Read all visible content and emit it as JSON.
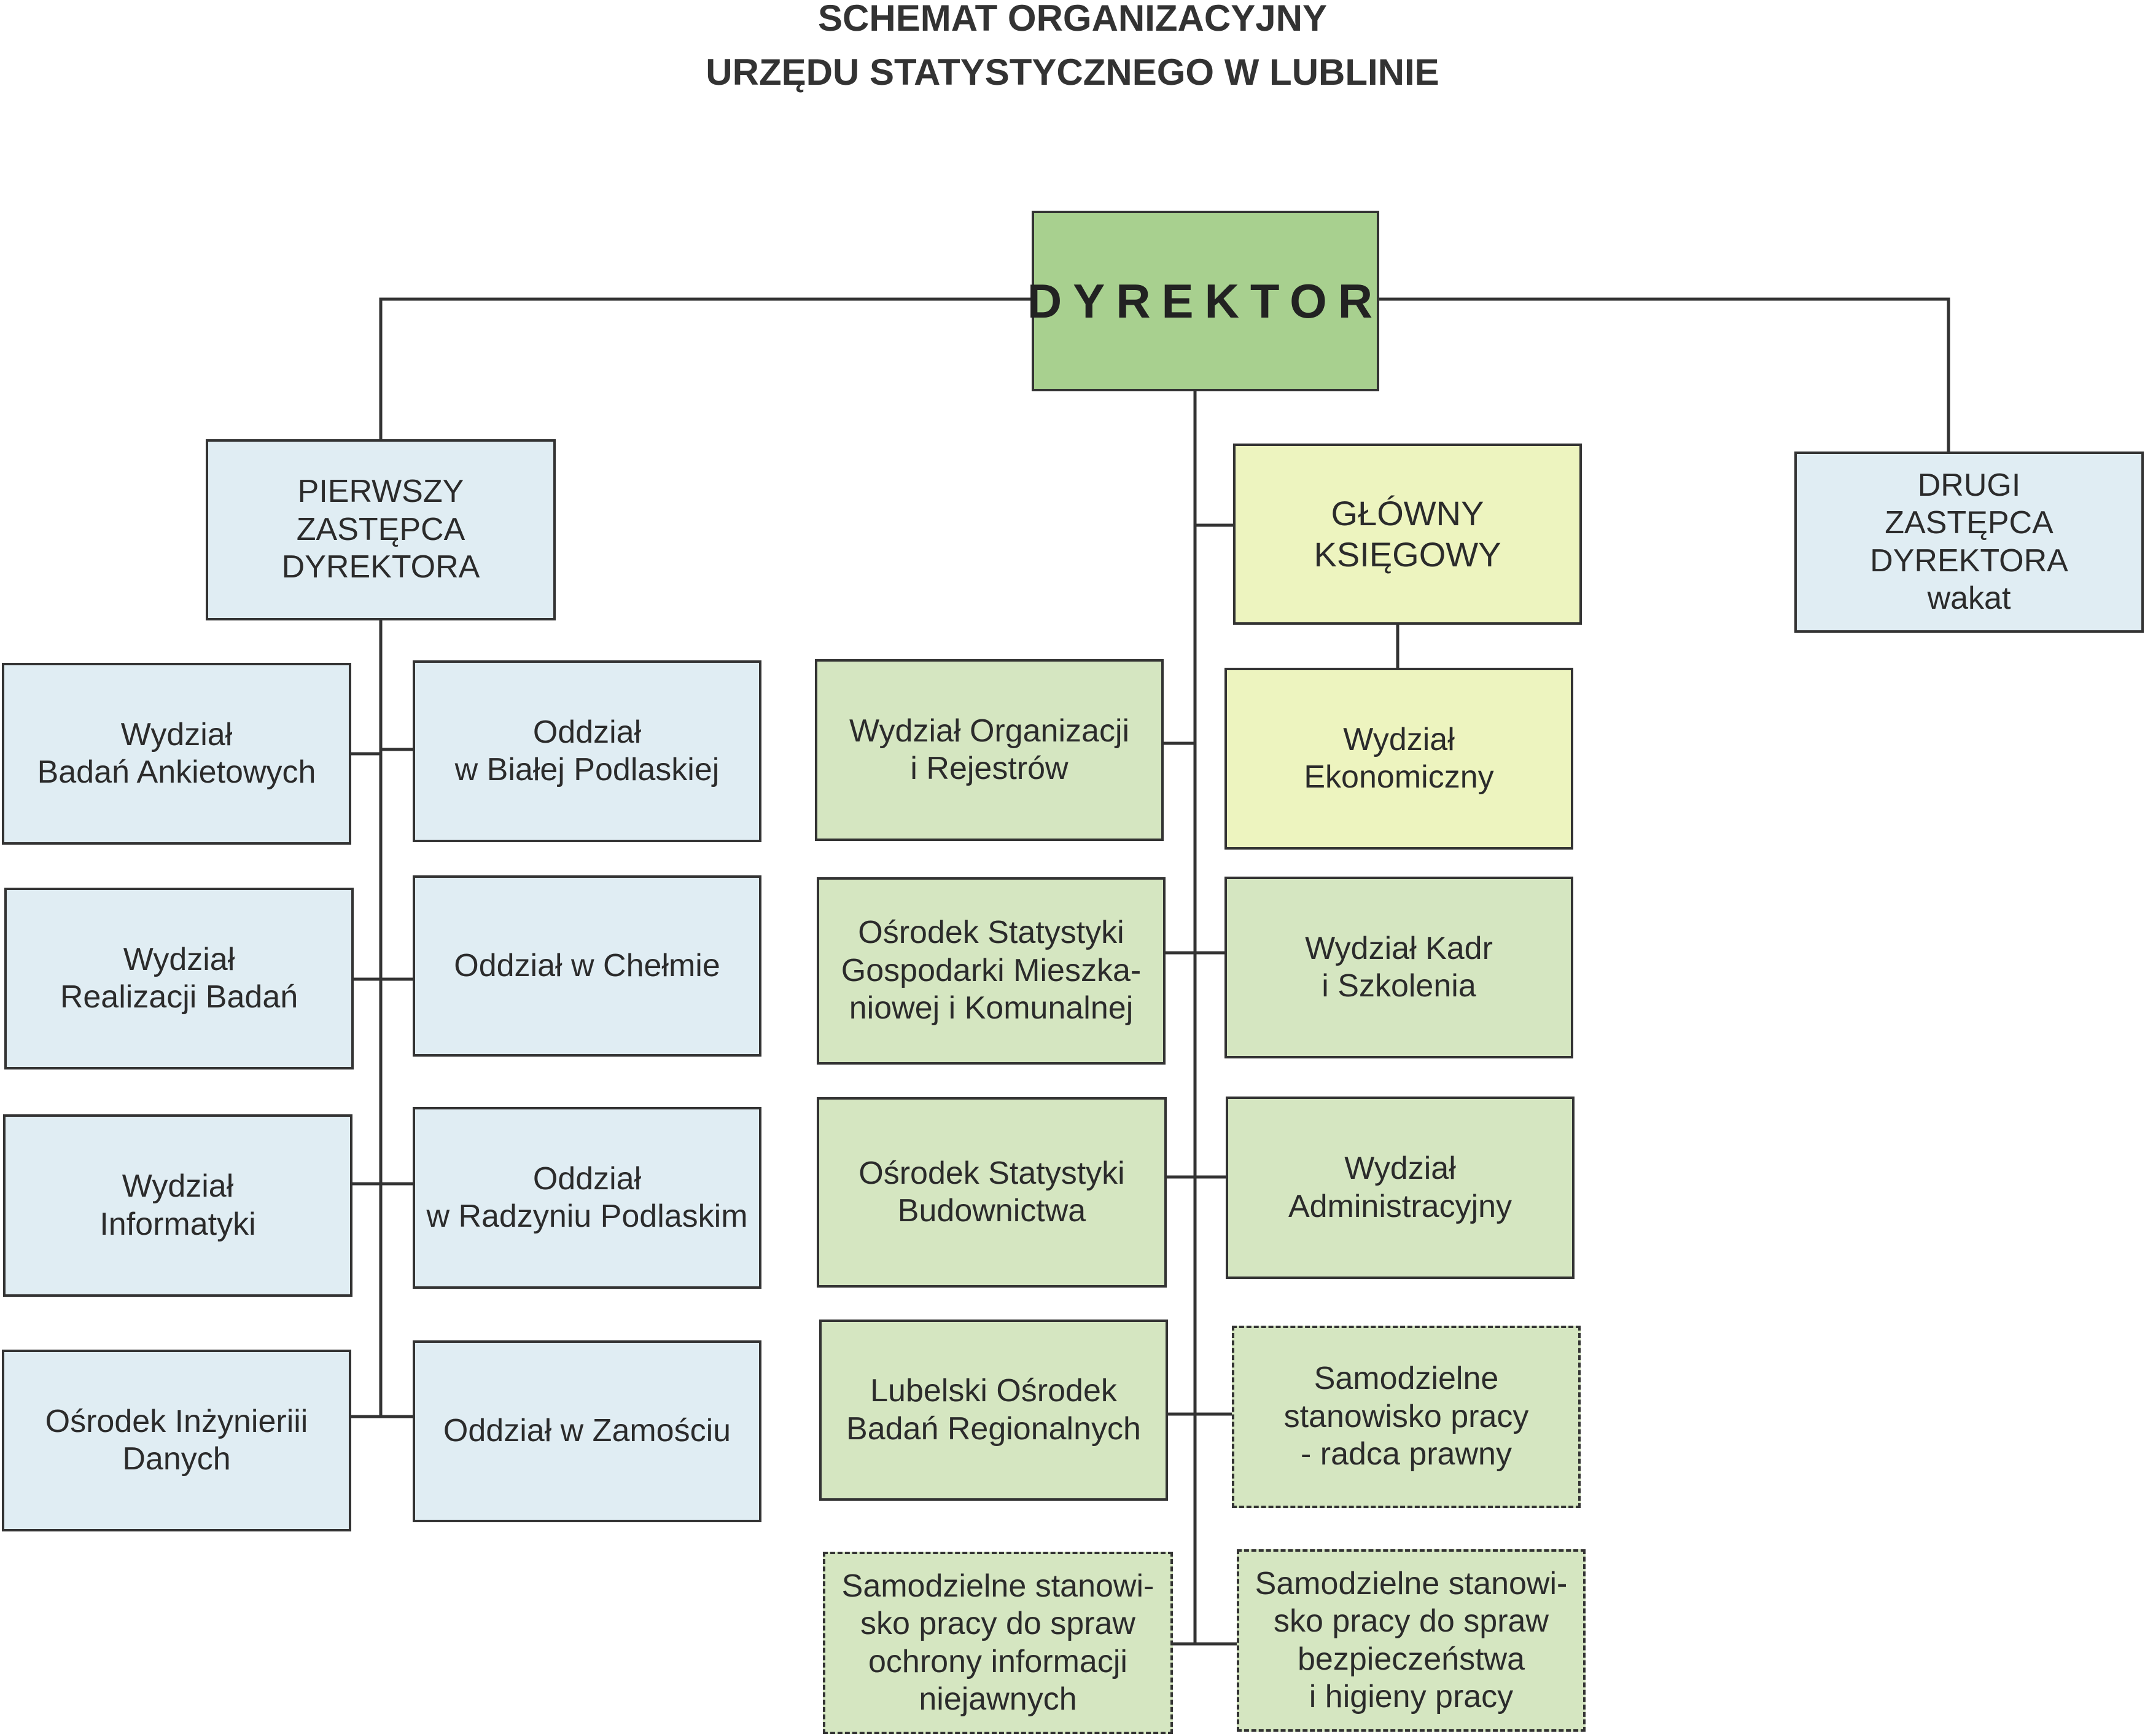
{
  "header": {
    "title_line1": "SCHEMAT ORGANIZACYJNY",
    "title_line2": "URZĘDU STATYSTYCZNEGO W LUBLINIE"
  },
  "director": {
    "label": "DYREKTOR"
  },
  "first_deputy": {
    "lines": [
      "PIERWSZY",
      "ZASTĘPCA",
      "DYREKTORA"
    ]
  },
  "second_deputy": {
    "lines": [
      "DRUGI",
      "ZASTĘPCA",
      "DYREKTORA",
      "wakat"
    ]
  },
  "chief_accountant": {
    "lines": [
      "GŁÓWNY",
      "KSIĘGOWY"
    ]
  },
  "first_deputy_units": {
    "left": [
      {
        "lines": [
          "Wydział",
          "Badań Ankietowych"
        ]
      },
      {
        "lines": [
          "Wydział",
          "Realizacji Badań"
        ]
      },
      {
        "lines": [
          "Wydział",
          "Informatyki"
        ]
      },
      {
        "lines": [
          "Ośrodek Inżynieriii",
          "Danych"
        ]
      }
    ],
    "right": [
      {
        "lines": [
          "Oddział",
          "w Białej Podlaskiej"
        ]
      },
      {
        "lines": [
          "Oddział w Chełmie"
        ]
      },
      {
        "lines": [
          "Oddział",
          "w Radzyniu Podlaskim"
        ]
      },
      {
        "lines": [
          "Oddział w Zamościu"
        ]
      }
    ]
  },
  "director_units": {
    "left": [
      {
        "lines": [
          "Wydział Organizacji",
          "i Rejestrów"
        ]
      },
      {
        "lines": [
          "Ośrodek Statystyki",
          "Gospodarki Mieszka-",
          "niowej i Komunalnej"
        ]
      },
      {
        "lines": [
          "Ośrodek Statystyki",
          "Budownictwa"
        ]
      },
      {
        "lines": [
          "Lubelski Ośrodek",
          "Badań Regionalnych"
        ]
      },
      {
        "lines": [
          "Samodzielne stanowi-",
          "sko pracy do spraw",
          "ochrony informacji",
          "niejawnych"
        ]
      }
    ],
    "right": [
      {
        "lines": [
          "Wydział Kadr",
          "i Szkolenia"
        ]
      },
      {
        "lines": [
          "Wydział",
          "Administracyjny"
        ]
      },
      {
        "lines": [
          "Samodzielne",
          "stanowisko pracy",
          "- radca prawny"
        ]
      },
      {
        "lines": [
          "Samodzielne stanowi-",
          "sko pracy do spraw",
          "bezpieczeństwa",
          "i higieny pracy"
        ]
      }
    ]
  },
  "accountant_units": [
    {
      "lines": [
        "Wydział",
        "Ekonomiczny"
      ]
    }
  ],
  "colors": {
    "director": "#a8d08f",
    "deputy_branch": "#e0edf3",
    "director_branch": "#d5e6c1",
    "accountant_branch": "#edf4bf",
    "lines": "#333333"
  }
}
